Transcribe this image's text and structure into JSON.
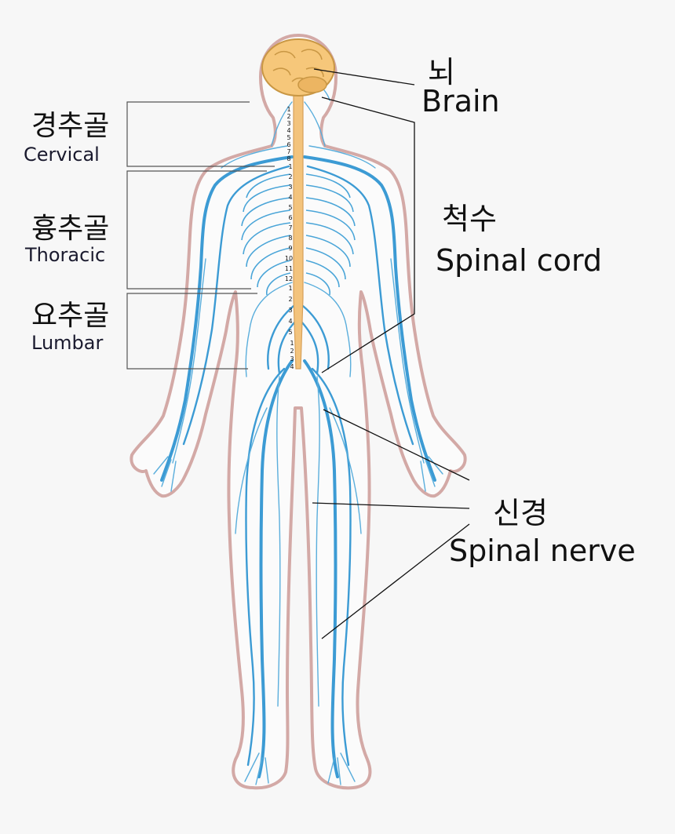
{
  "labels": {
    "brain": {
      "kr": "뇌",
      "en": "Brain"
    },
    "spinal_cord": {
      "kr": "척수",
      "en": "Spinal cord"
    },
    "spinal_nerve": {
      "kr": "신경",
      "en": "Spinal nerve"
    },
    "cervical": {
      "kr": "경추골",
      "en": "Cervical"
    },
    "thoracic": {
      "kr": "흉추골",
      "en": "Thoracic"
    },
    "lumbar": {
      "kr": "요추골",
      "en": "Lumbar"
    }
  },
  "vertebrae": {
    "cervical": [
      "1",
      "2",
      "3",
      "4",
      "5",
      "6",
      "7",
      "8"
    ],
    "thoracic": [
      "1",
      "2",
      "3",
      "4",
      "5",
      "6",
      "7",
      "8",
      "9",
      "10",
      "11",
      "12"
    ],
    "lumbar": [
      "1",
      "2",
      "3",
      "4",
      "5"
    ],
    "sacral": [
      "1",
      "2",
      "3",
      "4"
    ]
  },
  "colors": {
    "background": "#f7f7f7",
    "body_fill": "#fbfbfb",
    "body_outline": "#d3a9a6",
    "nerve": "#3c9bd4",
    "brain": "#f6c77a",
    "spinal_cord": "#f3c37c"
  }
}
